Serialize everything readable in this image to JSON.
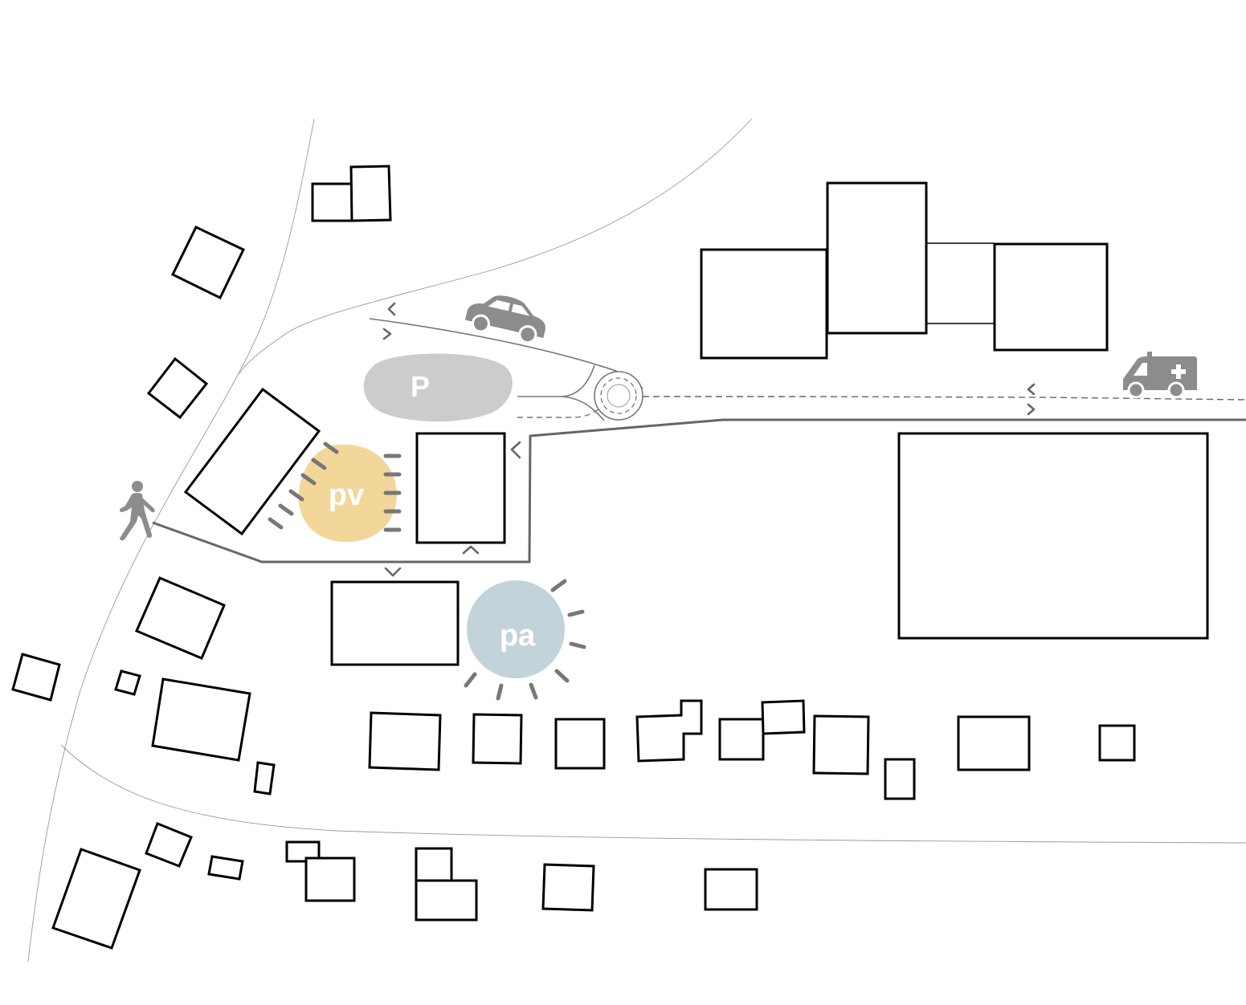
{
  "zones": {
    "parking": {
      "label": "P",
      "color": "#cccccc"
    },
    "pv": {
      "label": "pv",
      "color": "#f3d79a"
    },
    "pa": {
      "label": "pa",
      "color": "#c2d4da"
    }
  },
  "colors": {
    "building_stroke": "#000000",
    "access_path": "#666666",
    "road_edge": "#9a9a9a",
    "icons": "#8c8c8c"
  },
  "icons": [
    "car-icon",
    "ambulance-icon",
    "pedestrian-icon",
    "roundabout-icon"
  ]
}
